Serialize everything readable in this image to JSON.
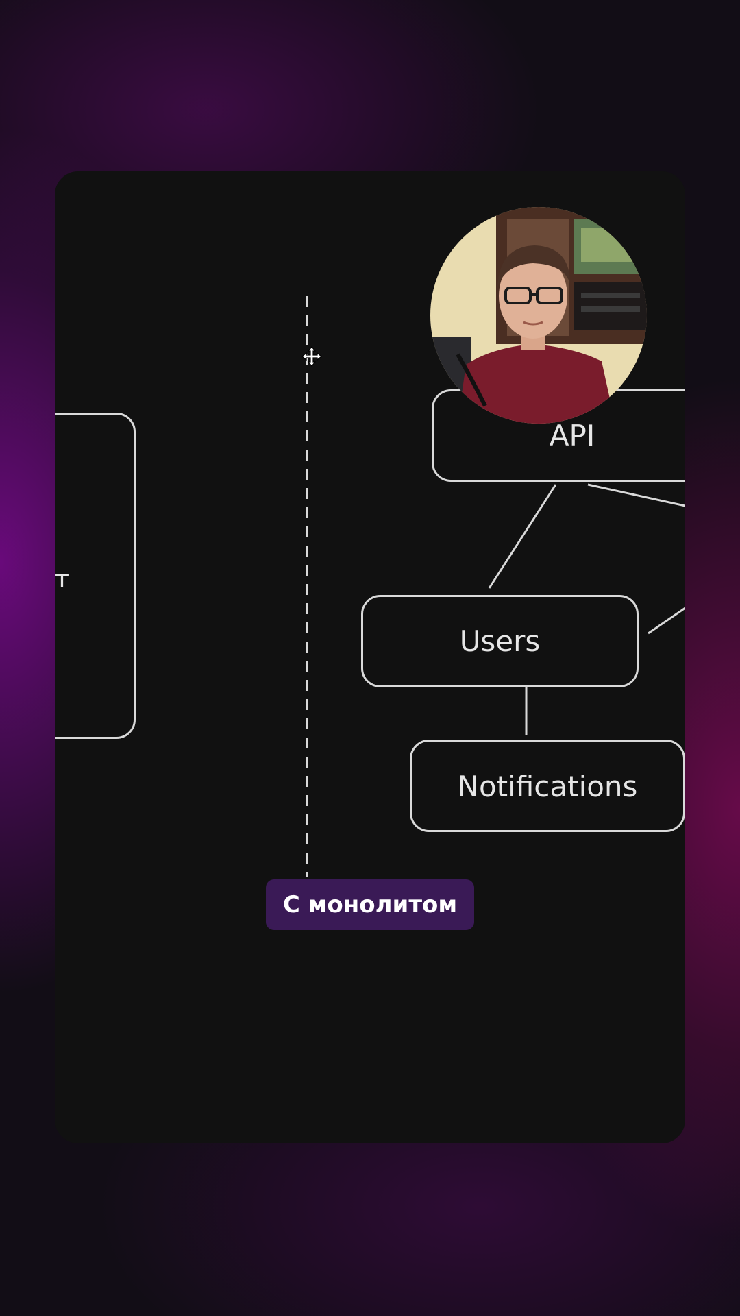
{
  "diagram": {
    "nodes": {
      "left_partial": {
        "label": "т"
      },
      "api": {
        "label": "API"
      },
      "users": {
        "label": "Users"
      },
      "notifications": {
        "label": "Notifications"
      }
    },
    "edges": [
      {
        "from": "api",
        "to": "users"
      },
      {
        "from": "users",
        "to": "notifications"
      },
      {
        "from": "api",
        "to": "offscreen-right"
      },
      {
        "from": "users",
        "to": "offscreen-right"
      }
    ],
    "divider_style": "dashed",
    "line_color": "#d9d9d9",
    "card_color": "#111111"
  },
  "caption": {
    "text": "С монолитом"
  },
  "icons": {
    "cursor": "move-cursor-icon",
    "webcam": "presenter-webcam"
  },
  "colors": {
    "background_glow": "#7a0a8c",
    "caption_bg": "#3a1a56"
  }
}
